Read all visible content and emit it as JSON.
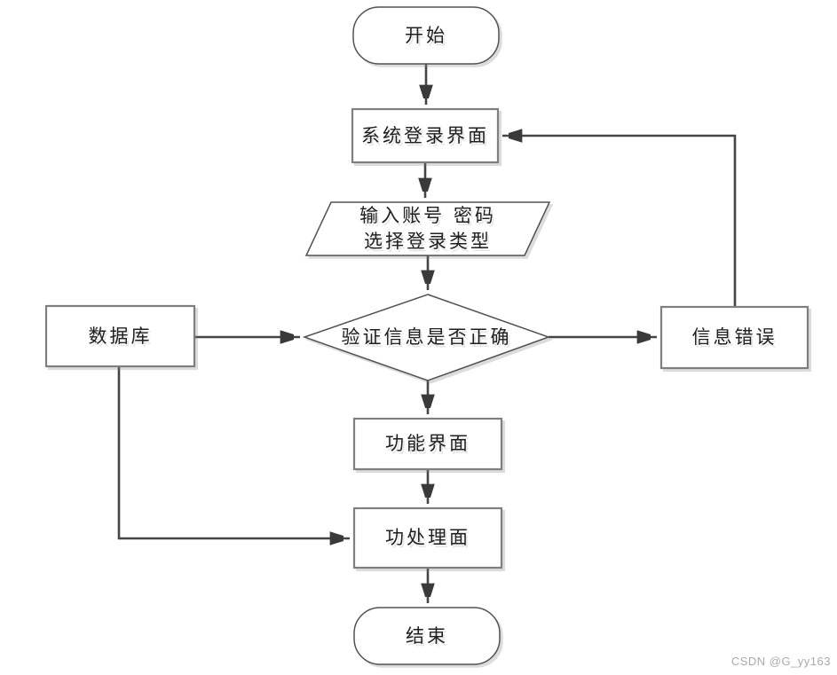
{
  "diagram": {
    "type": "flowchart",
    "background_color": "#ffffff",
    "connector_color": "#454545",
    "rect_border_color": "#7f7f7f",
    "shape_border_color": "#525252",
    "text_color": "#1f1f1f",
    "nodes": {
      "start": {
        "label": "开始",
        "shape": "terminator"
      },
      "login": {
        "label": "系统登录界面",
        "shape": "process"
      },
      "input": {
        "label_line1": "输入账号 密码",
        "label_line2": "选择登录类型",
        "shape": "input-output"
      },
      "verify": {
        "label": "验证信息是否正确",
        "shape": "decision"
      },
      "database": {
        "label": "数据库",
        "shape": "process"
      },
      "error": {
        "label": "信息错误",
        "shape": "process"
      },
      "function": {
        "label": "功能界面",
        "shape": "process"
      },
      "process": {
        "label": "功处理面",
        "shape": "process"
      },
      "end": {
        "label": "结束",
        "shape": "terminator"
      }
    },
    "edges": [
      {
        "from": "start",
        "to": "login"
      },
      {
        "from": "login",
        "to": "input"
      },
      {
        "from": "input",
        "to": "verify"
      },
      {
        "from": "database",
        "to": "verify"
      },
      {
        "from": "verify",
        "to": "error"
      },
      {
        "from": "error",
        "to": "login"
      },
      {
        "from": "verify",
        "to": "function"
      },
      {
        "from": "function",
        "to": "process"
      },
      {
        "from": "database",
        "to": "process"
      },
      {
        "from": "process",
        "to": "end"
      }
    ]
  },
  "watermark": {
    "text": "CSDN @G_yy163",
    "color": "#a8abae"
  }
}
